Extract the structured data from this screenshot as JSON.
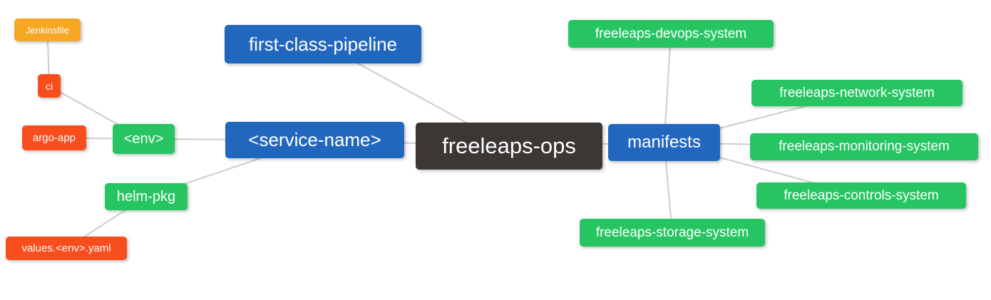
{
  "diagram": {
    "title": "freeleaps-ops repository mind map",
    "edge_color": "#cccccc",
    "background": "#ffffff",
    "palette": {
      "blue": "#2267be",
      "green": "#26c562",
      "orange": "#f6a723",
      "red": "#f84e1d",
      "dark": "#3b3735",
      "text": "#ffffff"
    },
    "nodes": [
      {
        "id": "jenkinsfile",
        "label": "Jenkinsfile",
        "color": "orange"
      },
      {
        "id": "ci",
        "label": "ci",
        "color": "red"
      },
      {
        "id": "argo-app",
        "label": "argo-app",
        "color": "red"
      },
      {
        "id": "env",
        "label": "<env>",
        "color": "green"
      },
      {
        "id": "helm-pkg",
        "label": "helm-pkg",
        "color": "green"
      },
      {
        "id": "values-env-yaml",
        "label": "values.<env>.yaml",
        "color": "red"
      },
      {
        "id": "first-class-pipeline",
        "label": "first-class-pipeline",
        "color": "blue"
      },
      {
        "id": "service-name",
        "label": "<service-name>",
        "color": "blue"
      },
      {
        "id": "freeleaps-ops",
        "label": "freeleaps-ops",
        "color": "dark"
      },
      {
        "id": "manifests",
        "label": "manifests",
        "color": "blue"
      },
      {
        "id": "freeleaps-devops-system",
        "label": "freeleaps-devops-system",
        "color": "green"
      },
      {
        "id": "freeleaps-network-system",
        "label": "freeleaps-network-system",
        "color": "green"
      },
      {
        "id": "freeleaps-monitoring-system",
        "label": "freeleaps-monitoring-system",
        "color": "green"
      },
      {
        "id": "freeleaps-controls-system",
        "label": "freeleaps-controls-system",
        "color": "green"
      },
      {
        "id": "freeleaps-storage-system",
        "label": "freeleaps-storage-system",
        "color": "green"
      }
    ],
    "edges": [
      [
        "jenkinsfile",
        "ci"
      ],
      [
        "ci",
        "env"
      ],
      [
        "argo-app",
        "env"
      ],
      [
        "env",
        "service-name"
      ],
      [
        "helm-pkg",
        "service-name"
      ],
      [
        "values-env-yaml",
        "helm-pkg"
      ],
      [
        "first-class-pipeline",
        "freeleaps-ops"
      ],
      [
        "service-name",
        "freeleaps-ops"
      ],
      [
        "freeleaps-ops",
        "manifests"
      ],
      [
        "manifests",
        "freeleaps-devops-system"
      ],
      [
        "manifests",
        "freeleaps-network-system"
      ],
      [
        "manifests",
        "freeleaps-monitoring-system"
      ],
      [
        "manifests",
        "freeleaps-controls-system"
      ],
      [
        "manifests",
        "freeleaps-storage-system"
      ]
    ]
  }
}
